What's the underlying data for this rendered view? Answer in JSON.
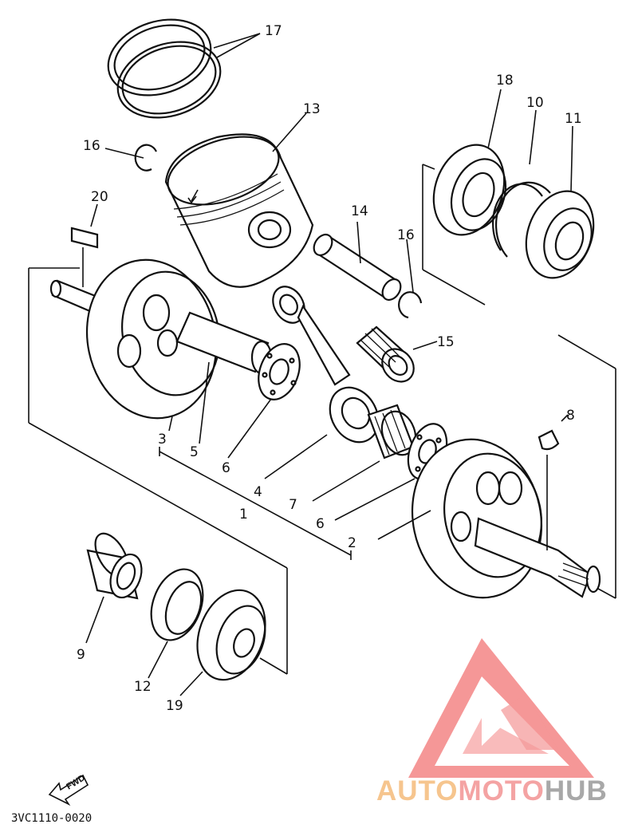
{
  "callouts": [
    "1",
    "2",
    "3",
    "4",
    "5",
    "6",
    "6",
    "7",
    "8",
    "9",
    "10",
    "11",
    "12",
    "13",
    "14",
    "15",
    "16",
    "16",
    "17",
    "18",
    "19",
    "20"
  ],
  "direction_label": "FWD",
  "diagram_code": "3VC1110-0020",
  "watermark": {
    "part1": "AUTO",
    "part2": "MOTO",
    "part3": "HUB",
    "colors": {
      "part1": "#f6c58e",
      "part2": "#f4a3a3",
      "part3": "#a8a8a8",
      "logo_outer": "#f48c8c",
      "logo_inner": "#f9b4b4"
    }
  }
}
